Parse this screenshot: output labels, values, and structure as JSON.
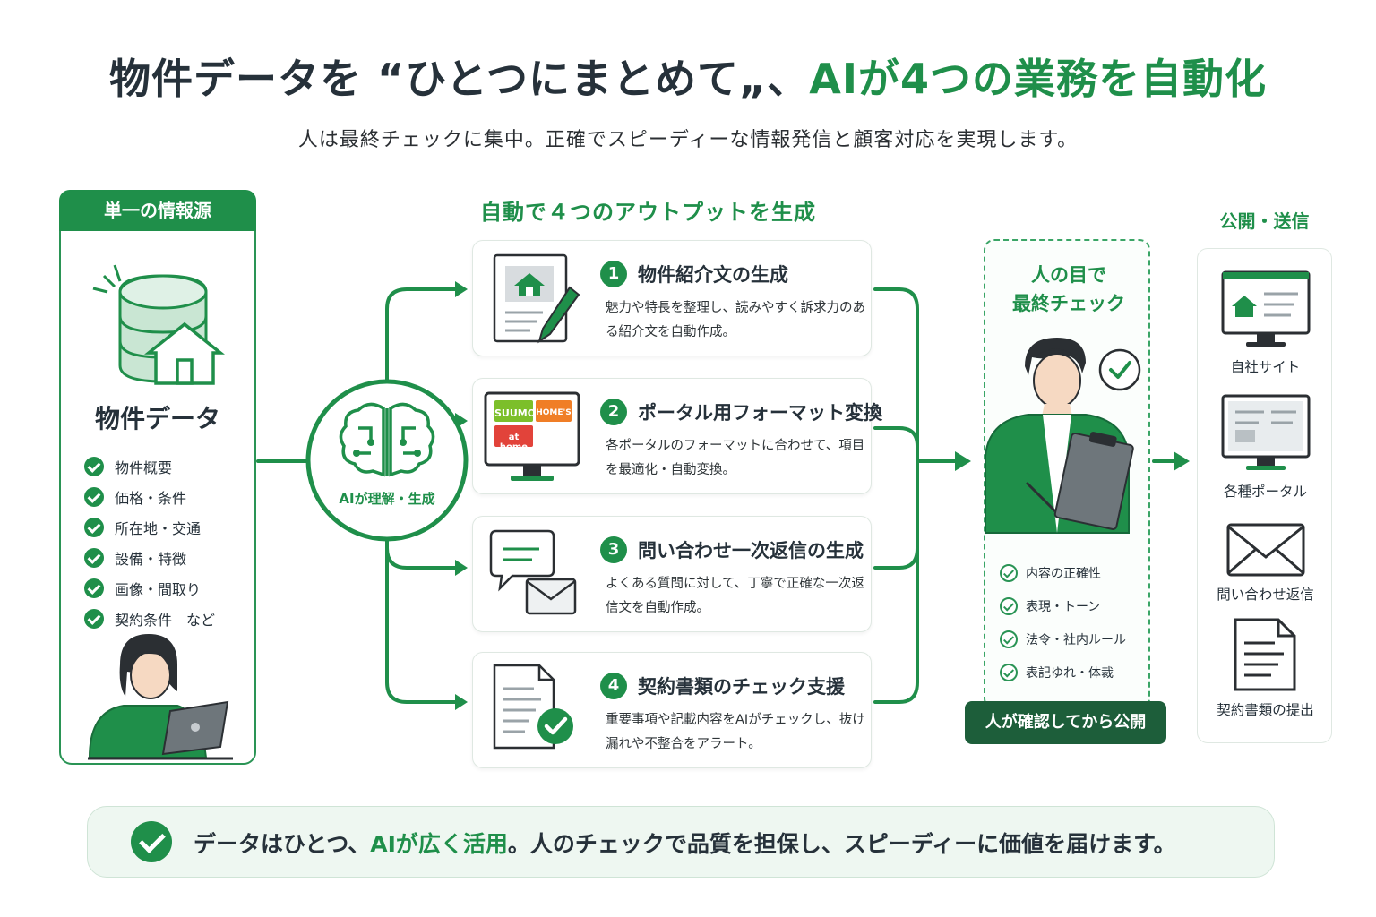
{
  "header": {
    "title_part1": "物件データを “ひとつにまとめて„、",
    "title_part2": "AIが4つの業務を自動化",
    "subtitle": "人は最終チェックに集中。正確でスピーディーな情報発信と顧客対応を実現します。"
  },
  "source": {
    "heading": "単一の情報源",
    "title": "物件データ",
    "items": [
      "物件概要",
      "価格・条件",
      "所在地・交通",
      "設備・特徴",
      "画像・間取り",
      "契約条件　など"
    ]
  },
  "ai": {
    "label": "AIが理解・生成"
  },
  "outputs": {
    "heading": "自動で４つのアウトプットを生成",
    "cards": [
      {
        "num": "1",
        "title": "物件紹介文の生成",
        "desc": "魅力や特長を整理し、読みやすく訴求力のある紹介文を自動作成。"
      },
      {
        "num": "2",
        "title": "ポータル用フォーマット変換",
        "desc": "各ポータルのフォーマットに合わせて、項目を最適化・自動変換。"
      },
      {
        "num": "3",
        "title": "問い合わせ一次返信の生成",
        "desc": "よくある質問に対して、丁寧で正確な一次返信文を自動作成。"
      },
      {
        "num": "4",
        "title": "契約書類のチェック支援",
        "desc": "重要事項や記載内容をAIがチェックし、抜け漏れや不整合をアラート。"
      }
    ],
    "portal_logos": [
      "SUUMO",
      "HOME'S",
      "at home"
    ]
  },
  "human_check": {
    "title": "人の目で\n最終チェック",
    "items": [
      "内容の正確性",
      "表現・トーン",
      "法令・社内ルール",
      "表記ゆれ・体裁"
    ],
    "button": "人が確認してから公開"
  },
  "publish": {
    "heading": "公開・送信",
    "items": [
      "自社サイト",
      "各種ポータル",
      "問い合わせ返信",
      "契約書類の提出"
    ]
  },
  "footer": {
    "text_part1": "データはひとつ、",
    "text_part2": "AIが広く活用",
    "text_part3": "。人のチェックで品質を担保し、スピーディーに価値を届けます。"
  },
  "colors": {
    "accent": "#1f8f4a",
    "dark_accent": "#1d5e3a",
    "text": "#26313a"
  }
}
